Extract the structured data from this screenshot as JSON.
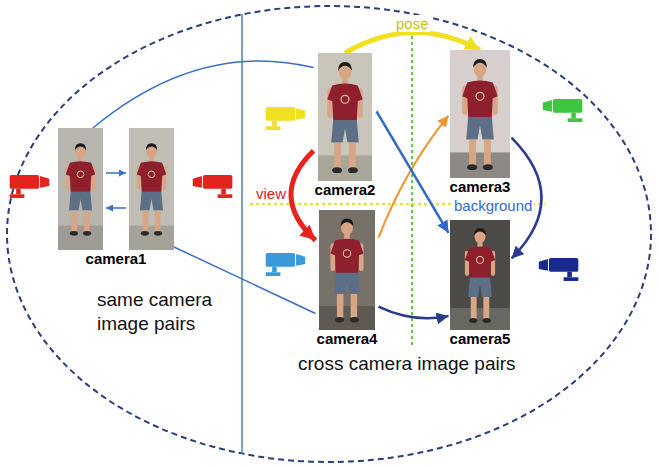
{
  "diagram": {
    "nodes": [
      {
        "text": [
          "camera1"
        ]
      },
      {
        "text": [
          "camera2"
        ]
      },
      {
        "text": [
          "camera3"
        ]
      },
      {
        "text": [
          "camera4"
        ]
      },
      {
        "text": [
          "camera5"
        ]
      }
    ],
    "edges": [
      {
        "from": 0,
        "to": 1,
        "arrow": "none"
      },
      {
        "from": 0,
        "to": 3,
        "arrow": "none"
      },
      {
        "from": 1,
        "to": 2,
        "arrow": "to",
        "label": "pose"
      },
      {
        "from": 1,
        "to": 3,
        "arrow": "to",
        "label": "view"
      },
      {
        "from": 3,
        "to": 2,
        "arrow": "to"
      },
      {
        "from": 1,
        "to": 4,
        "arrow": "to"
      },
      {
        "from": 2,
        "to": 4,
        "arrow": "to"
      },
      {
        "from": 3,
        "to": 4,
        "arrow": "to"
      }
    ],
    "labels": [
      "same camera image pairs",
      "background",
      "cross camera image pairs"
    ]
  }
}
